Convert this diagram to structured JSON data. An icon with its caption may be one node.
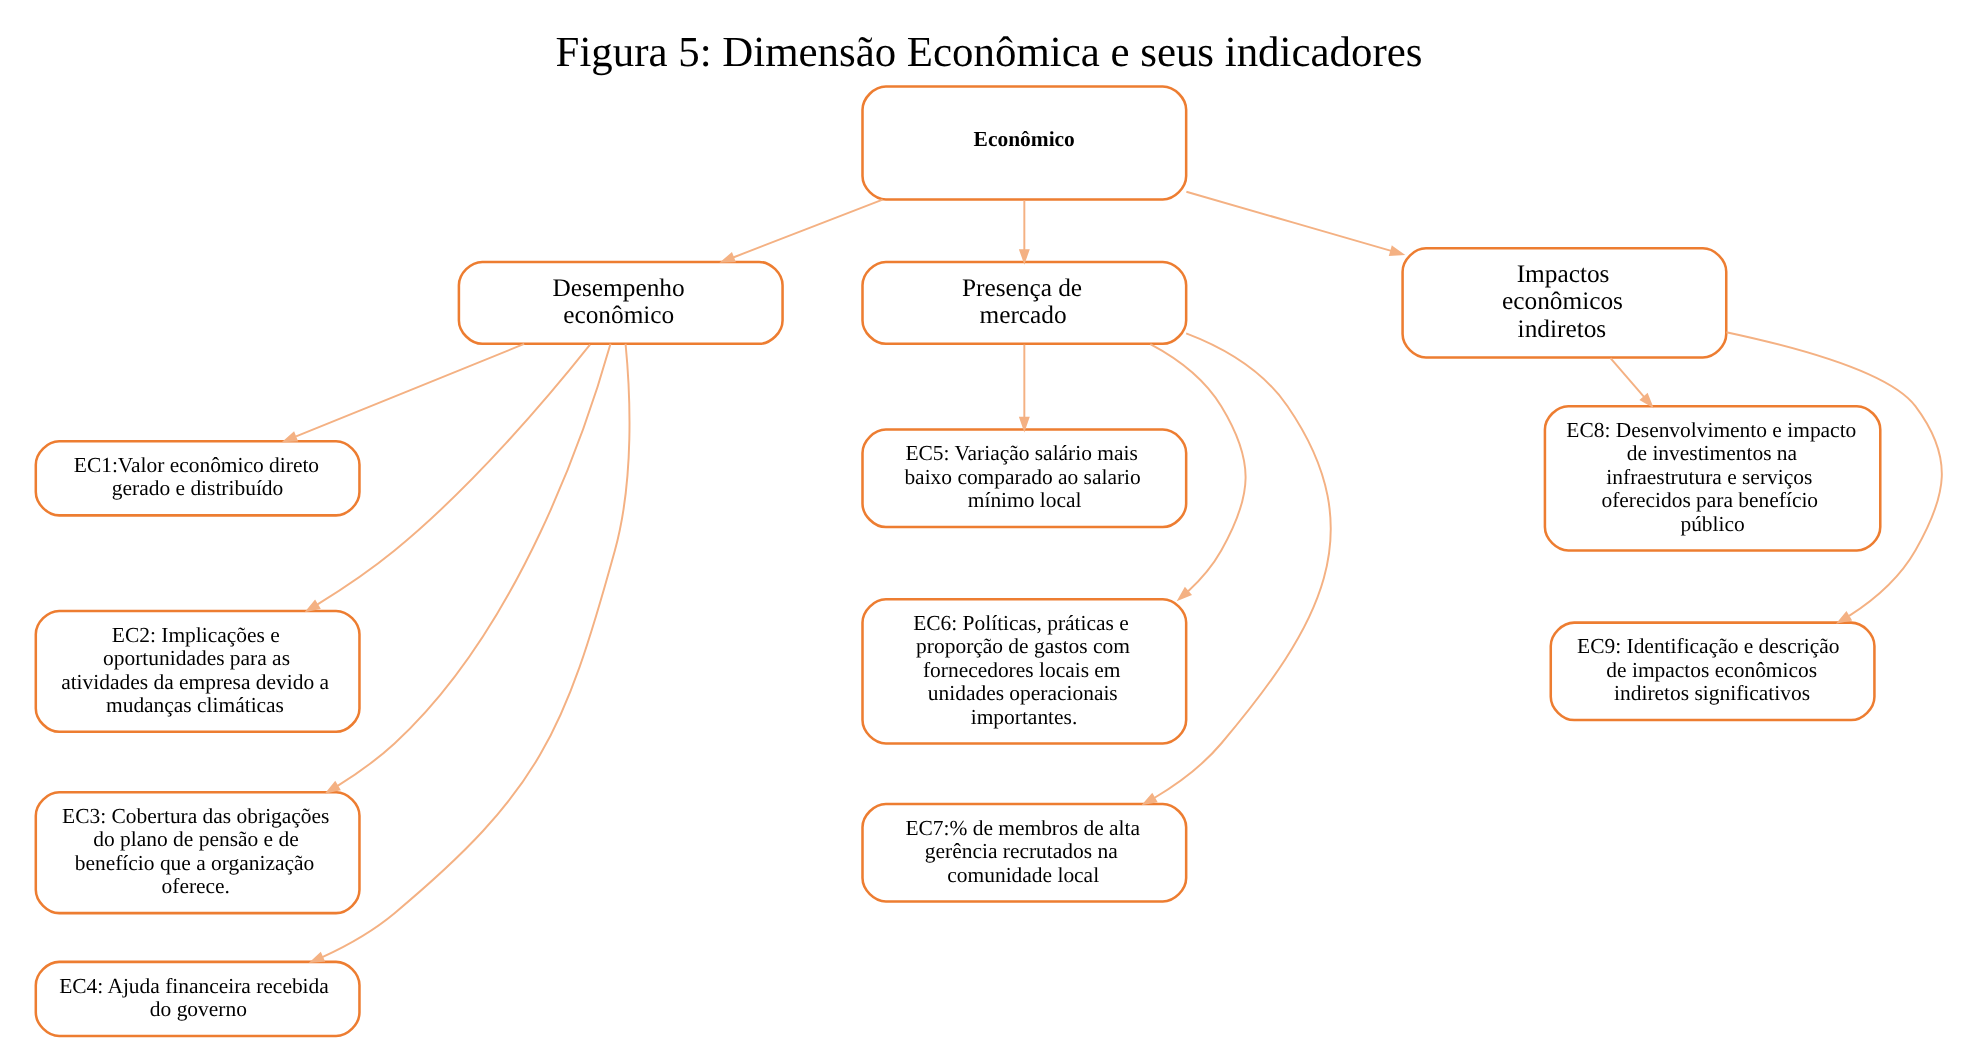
{
  "diagram": {
    "title": "Figura 5: Dimensão Econômica e seus indicadores",
    "nodes": [
      {
        "text": [
          "Econômico"
        ]
      },
      {
        "text": [
          "Desempenho econômico"
        ]
      },
      {
        "text": [
          "EC1:Valor econômico direto gerado e distribuído"
        ]
      },
      {
        "text": [
          "EC2: Implicações e oportunidades para as atividades da empresa devido a mudanças climáticas"
        ]
      },
      {
        "text": [
          "EC3: Cobertura das obrigações do plano de pensão e de benefício que a organização oferece."
        ]
      },
      {
        "text": [
          "EC4: Ajuda financeira recebida do governo"
        ]
      },
      {
        "text": [
          "Presença de mercado"
        ]
      },
      {
        "text": [
          "EC5: Variação salário mais baixo comparado ao salario mínimo local"
        ]
      },
      {
        "text": [
          "EC6: Políticas, práticas e proporção de gastos com fornecedores locais em unidades operacionais importantes."
        ]
      },
      {
        "text": [
          "EC7:% de membros de alta gerência recrutados na comunidade local"
        ]
      },
      {
        "text": [
          "Impactos econômicos indiretos"
        ]
      },
      {
        "text": [
          "EC8: Desenvolvimento e impacto de investimentos na infraestrutura e serviços oferecidos para benefício público"
        ]
      },
      {
        "text": [
          "EC9: Identificação e descrição de impactos econômicos indiretos significativos"
        ]
      }
    ],
    "edges": [
      {
        "from": 0,
        "to": 1,
        "arrow": "to"
      },
      {
        "from": 0,
        "to": 6,
        "arrow": "to"
      },
      {
        "from": 0,
        "to": 10,
        "arrow": "to"
      },
      {
        "from": 1,
        "to": 2,
        "arrow": "to"
      },
      {
        "from": 1,
        "to": 3,
        "arrow": "to"
      },
      {
        "from": 1,
        "to": 4,
        "arrow": "to"
      },
      {
        "from": 1,
        "to": 5,
        "arrow": "to"
      },
      {
        "from": 6,
        "to": 7,
        "arrow": "to"
      },
      {
        "from": 6,
        "to": 8,
        "arrow": "to"
      },
      {
        "from": 6,
        "to": 9,
        "arrow": "to"
      },
      {
        "from": 10,
        "to": 11,
        "arrow": "to"
      },
      {
        "from": 10,
        "to": 12,
        "arrow": "to"
      }
    ]
  }
}
